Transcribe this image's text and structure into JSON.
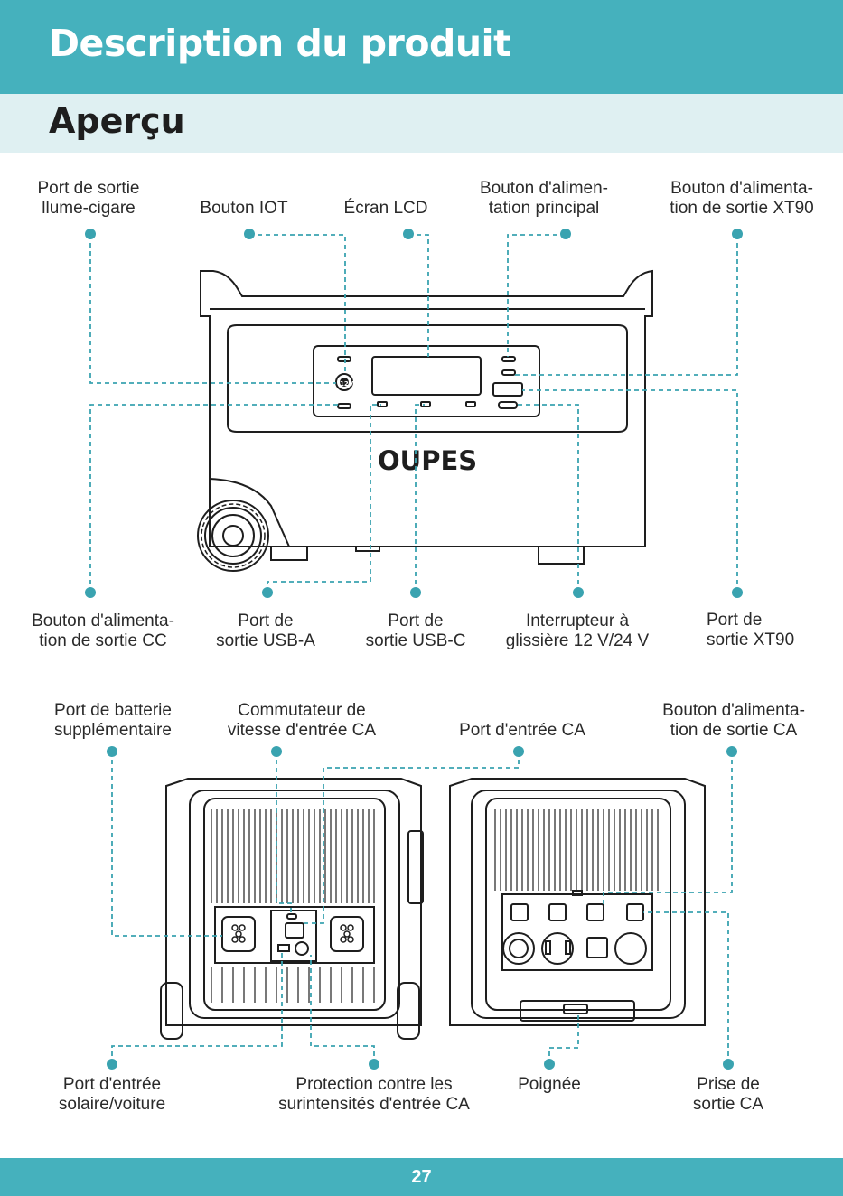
{
  "header": {
    "title": "Description du produit"
  },
  "section": {
    "title": "Aperçu"
  },
  "brand": {
    "logo_text": "OUPES"
  },
  "front_labels": {
    "cigarette_port": [
      "Port de sortie",
      "llume-cigare"
    ],
    "iot_button": [
      "Bouton IOT"
    ],
    "lcd_screen": [
      "Écran LCD"
    ],
    "main_power_button": [
      "Bouton d'alimen-",
      "tation principal"
    ],
    "xt90_power_button": [
      "Bouton d'alimenta-",
      "tion de sortie XT90"
    ],
    "dc_power_button": [
      "Bouton d'alimenta-",
      "tion de sortie CC"
    ],
    "usb_a_port": [
      "Port de",
      "sortie USB-A"
    ],
    "usb_c_port": [
      "Port de",
      "sortie USB-C"
    ],
    "slide_switch": [
      "Interrupteur à",
      "glissière 12 V/24 V"
    ],
    "xt90_port": [
      "Port de",
      "sortie XT90"
    ]
  },
  "back_labels": {
    "extra_battery_port": [
      "Port de batterie",
      "supplémentaire"
    ],
    "ac_speed_switch": [
      "Commutateur de",
      "vitesse d'entrée CA"
    ],
    "ac_input_port": [
      "Port d'entrée CA"
    ],
    "ac_power_button": [
      "Bouton d'alimenta-",
      "tion de sortie CA"
    ],
    "solar_car_input": [
      "Port d'entrée",
      "solaire/voiture"
    ],
    "ac_overcurrent_protection": [
      "Protection contre les",
      "surintensités d'entrée CA"
    ],
    "handle": [
      "Poignée"
    ],
    "ac_outlet": [
      "Prise de",
      "sortie CA"
    ]
  },
  "footer": {
    "page_number": "27"
  },
  "colors": {
    "accent": "#45b1bd",
    "accent_light": "#dff0f2",
    "line": "#3aa3b0",
    "dot": "#3aa3b0"
  }
}
